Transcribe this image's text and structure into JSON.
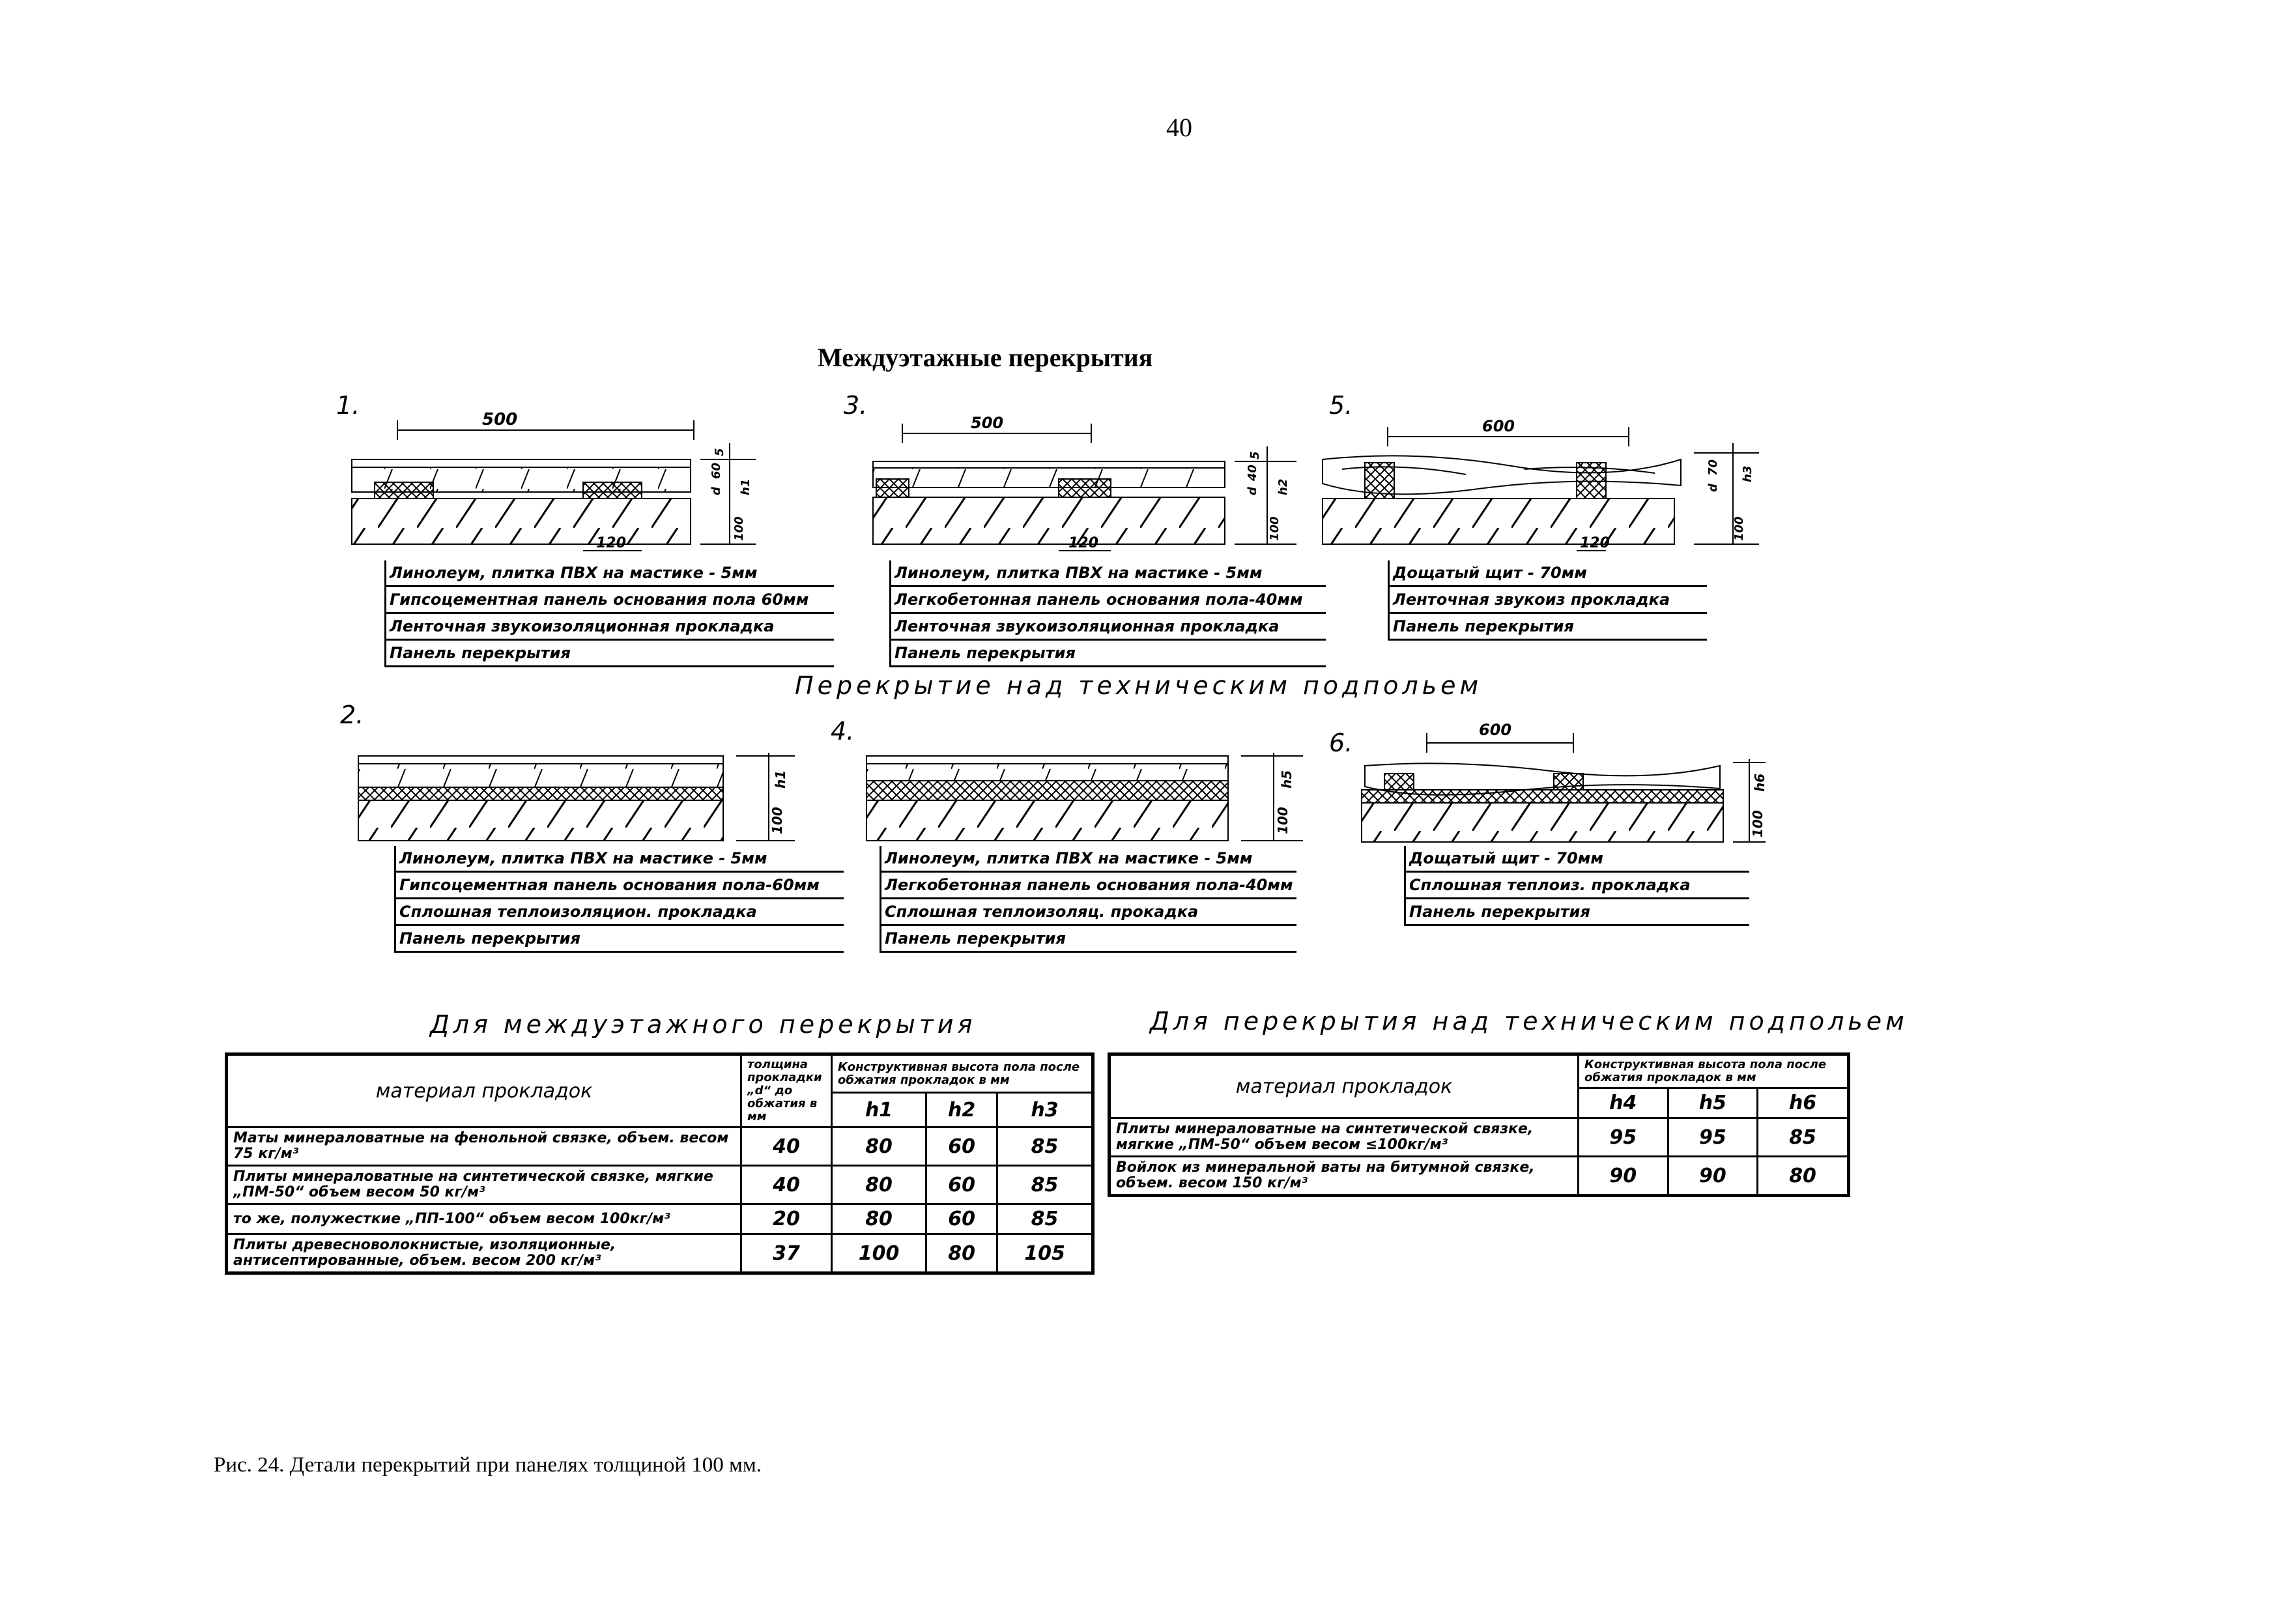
{
  "page_number": "40",
  "section_title": "Междуэтажные перекрытия",
  "subtitle_technical": "Перекрытие над техническим подпольем",
  "diagrams": [
    {
      "num": "1.",
      "dim_top": "500",
      "dim_bottom": "120",
      "dims_right": [
        "5",
        "d",
        "60",
        "h1",
        "100"
      ],
      "legend": [
        "Линолеум, плитка ПВХ на мастике - 5мм",
        "Гипсоцементная панель основания пола 60мм",
        "Ленточная звукоизоляционная прокладка",
        "Панель перекрытия"
      ]
    },
    {
      "num": "3.",
      "dim_top": "500",
      "dim_bottom": "120",
      "dims_right": [
        "5",
        "d",
        "40",
        "h2",
        "100"
      ],
      "legend": [
        "Линолеум, плитка ПВХ на мастике - 5мм",
        "Легкобетонная панель основания пола-40мм",
        "Ленточная звукоизоляционная прокладка",
        "Панель перекрытия"
      ]
    },
    {
      "num": "5.",
      "dim_top": "600",
      "dim_bottom": "120",
      "dims_right": [
        "d",
        "70",
        "h3",
        "100"
      ],
      "legend": [
        "Дощатый щит - 70мм",
        "Ленточная звукоиз прокладка",
        "Панель перекрытия"
      ]
    },
    {
      "num": "2.",
      "dims_right": [
        "h1",
        "100"
      ],
      "legend": [
        "Линолеум, плитка ПВХ на мастике - 5мм",
        "Гипсоцементная панель основания пола-60мм",
        "Сплошная теплоизоляцион. прокладка",
        "Панель перекрытия"
      ]
    },
    {
      "num": "4.",
      "dims_right": [
        "h5",
        "100"
      ],
      "legend": [
        "Линолеум, плитка ПВХ на мастике - 5мм",
        "Легкобетонная панель основания пола-40мм",
        "Сплошная теплоизоляц. прокадка",
        "Панель перекрытия"
      ]
    },
    {
      "num": "6.",
      "dim_top": "600",
      "dims_right": [
        "h6",
        "100"
      ],
      "legend": [
        "Дощатый щит - 70мм",
        "Сплошная теплоиз. прокладка",
        "Панель перекрытия"
      ]
    }
  ],
  "table_left": {
    "title": "Для междуэтажного перекрытия",
    "header_material": "материал прокладок",
    "header_thickness": "толщина прокладки „d“ до обжатия в мм",
    "header_height": "Конструктивная высота пола после обжатия прокладок в мм",
    "cols": [
      "h1",
      "h2",
      "h3"
    ],
    "rows": [
      {
        "material": "Маты минераловатные на фенольной связке, объем. весом 75 кг/м³",
        "d": "40",
        "v": [
          "80",
          "60",
          "85"
        ]
      },
      {
        "material": "Плиты минераловатные на синтетической связке, мягкие „ПМ-50“ объем весом 50 кг/м³",
        "d": "40",
        "v": [
          "80",
          "60",
          "85"
        ]
      },
      {
        "material": "то же, полужесткие „ПП-100“ объем весом 100кг/м³",
        "d": "20",
        "v": [
          "80",
          "60",
          "85"
        ]
      },
      {
        "material": "Плиты древесноволокнистые, изоляционные, антисептированные, объем. весом 200 кг/м³",
        "d": "37",
        "v": [
          "100",
          "80",
          "105"
        ]
      }
    ]
  },
  "table_right": {
    "title": "Для перекрытия над техническим подпольем",
    "header_material": "материал прокладок",
    "header_height": "Конструктивная высота пола после обжатия прокладок в мм",
    "cols": [
      "h4",
      "h5",
      "h6"
    ],
    "rows": [
      {
        "material": "Плиты минераловатные на синтетической связке, мягкие „ПМ-50“ объем весом ≤100кг/м³",
        "v": [
          "95",
          "95",
          "85"
        ]
      },
      {
        "material": "Войлок из минеральной ваты на битумной связке, объем. весом 150 кг/м³",
        "v": [
          "90",
          "90",
          "80"
        ]
      }
    ]
  },
  "caption": "Рис. 24. Детали перекрытий при панелях толщиной 100 мм."
}
